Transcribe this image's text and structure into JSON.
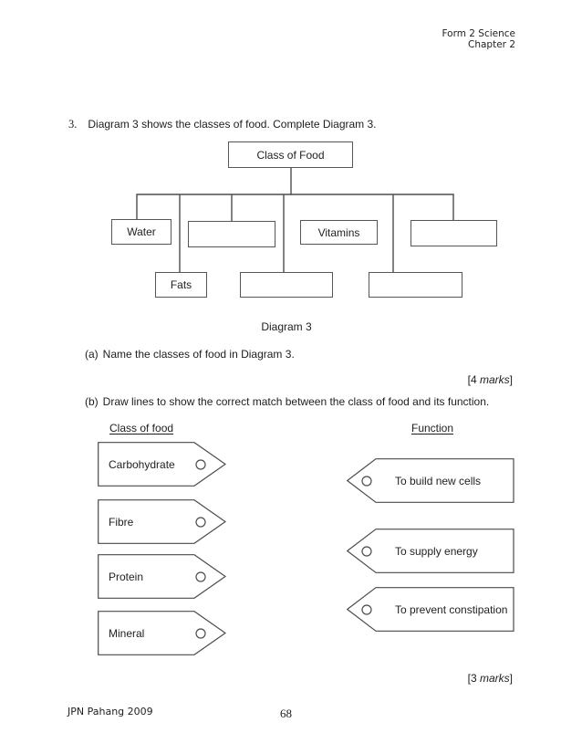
{
  "header": {
    "course": "Form 2 Science",
    "chapter": "Chapter 2"
  },
  "question": {
    "number": "3.",
    "text": "Diagram 3 shows the classes of food. Complete Diagram 3."
  },
  "diagram": {
    "root_label": "Class of Food",
    "caption": "Diagram 3",
    "row1": [
      "Water",
      "",
      "Vitamins",
      ""
    ],
    "row2": [
      "Fats",
      "",
      ""
    ]
  },
  "part_a": {
    "label": "(a)",
    "text": "Name the classes of food in Diagram 3.",
    "marks": {
      "open": "[4 ",
      "word": "marks",
      "close": "]"
    }
  },
  "part_b": {
    "label": "(b)",
    "text": "Draw lines to show the correct match between the class of food and its function.",
    "marks": {
      "open": "[3 ",
      "word": "marks",
      "close": "]"
    }
  },
  "matching": {
    "class_header": "Class of food",
    "function_header": "Function",
    "classes": [
      "Carbohydrate",
      "Fibre",
      "Protein",
      "Mineral"
    ],
    "functions": [
      "To build new cells",
      "To supply energy",
      "To prevent constipation"
    ]
  },
  "footer": {
    "credit": "JPN Pahang 2009",
    "page_number": "68"
  }
}
